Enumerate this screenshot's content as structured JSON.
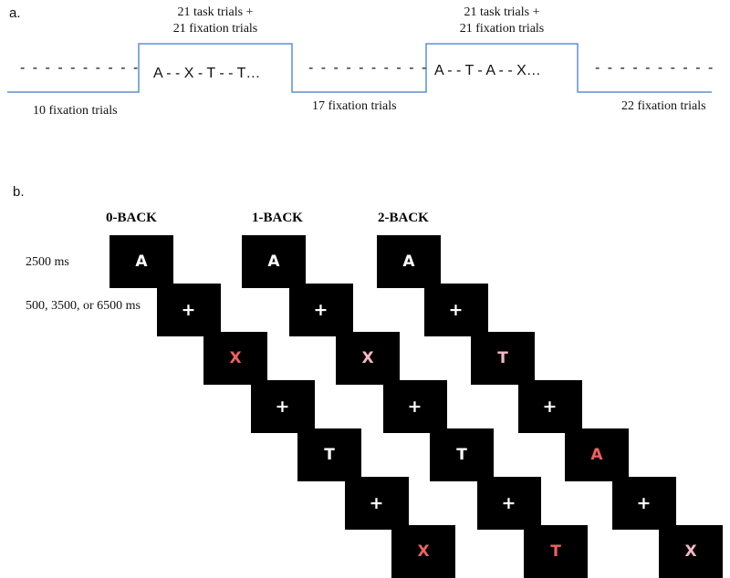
{
  "panel_a": {
    "label": "a.",
    "dashes": "- - - - - - - - - -",
    "task_block_label_line1": "21 task trials +",
    "task_block_label_line2": "21 fixation trials",
    "block1_sequence": "A - - X - T - - T…",
    "block2_sequence": "A - - T - A - - X…",
    "fixation_counts": [
      "10 fixation trials",
      "17 fixation trials",
      "22 fixation trials"
    ],
    "line_color": "#5b8fd4"
  },
  "panel_b": {
    "label": "b.",
    "timing_stimulus": "2500 ms",
    "timing_fixation": "500, 3500, or 6500 ms",
    "conditions": [
      {
        "title": "0-BACK",
        "frames": [
          "A",
          "+",
          "X",
          "+",
          "T",
          "+",
          "X"
        ],
        "colors": [
          "white",
          "white",
          "red",
          "white",
          "white",
          "white",
          "red"
        ]
      },
      {
        "title": "1-BACK",
        "frames": [
          "A",
          "+",
          "X",
          "+",
          "T",
          "+",
          "T"
        ],
        "colors": [
          "white",
          "white",
          "pink",
          "white",
          "white",
          "white",
          "red"
        ]
      },
      {
        "title": "2-BACK",
        "frames": [
          "A",
          "+",
          "T",
          "+",
          "A",
          "+",
          "X"
        ],
        "colors": [
          "white",
          "white",
          "pink",
          "white",
          "red",
          "white",
          "pink"
        ]
      }
    ],
    "colors": {
      "frame": "#000000",
      "letter": "#ffffff",
      "target": "#f06060",
      "pink": "#f4b8c6"
    }
  }
}
